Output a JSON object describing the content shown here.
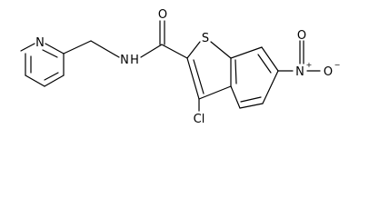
{
  "molecule": {
    "atoms": {
      "pyridine_n": "N",
      "amide_nh": "N",
      "amide_h": "H",
      "carbonyl_o": "O",
      "thiophene_s": "S",
      "chloro": "Cl",
      "nitro_n": "N",
      "nitro_n_charge": "+",
      "nitro_o_top": "O",
      "nitro_o_right": "O",
      "nitro_o_charge": "−"
    }
  }
}
